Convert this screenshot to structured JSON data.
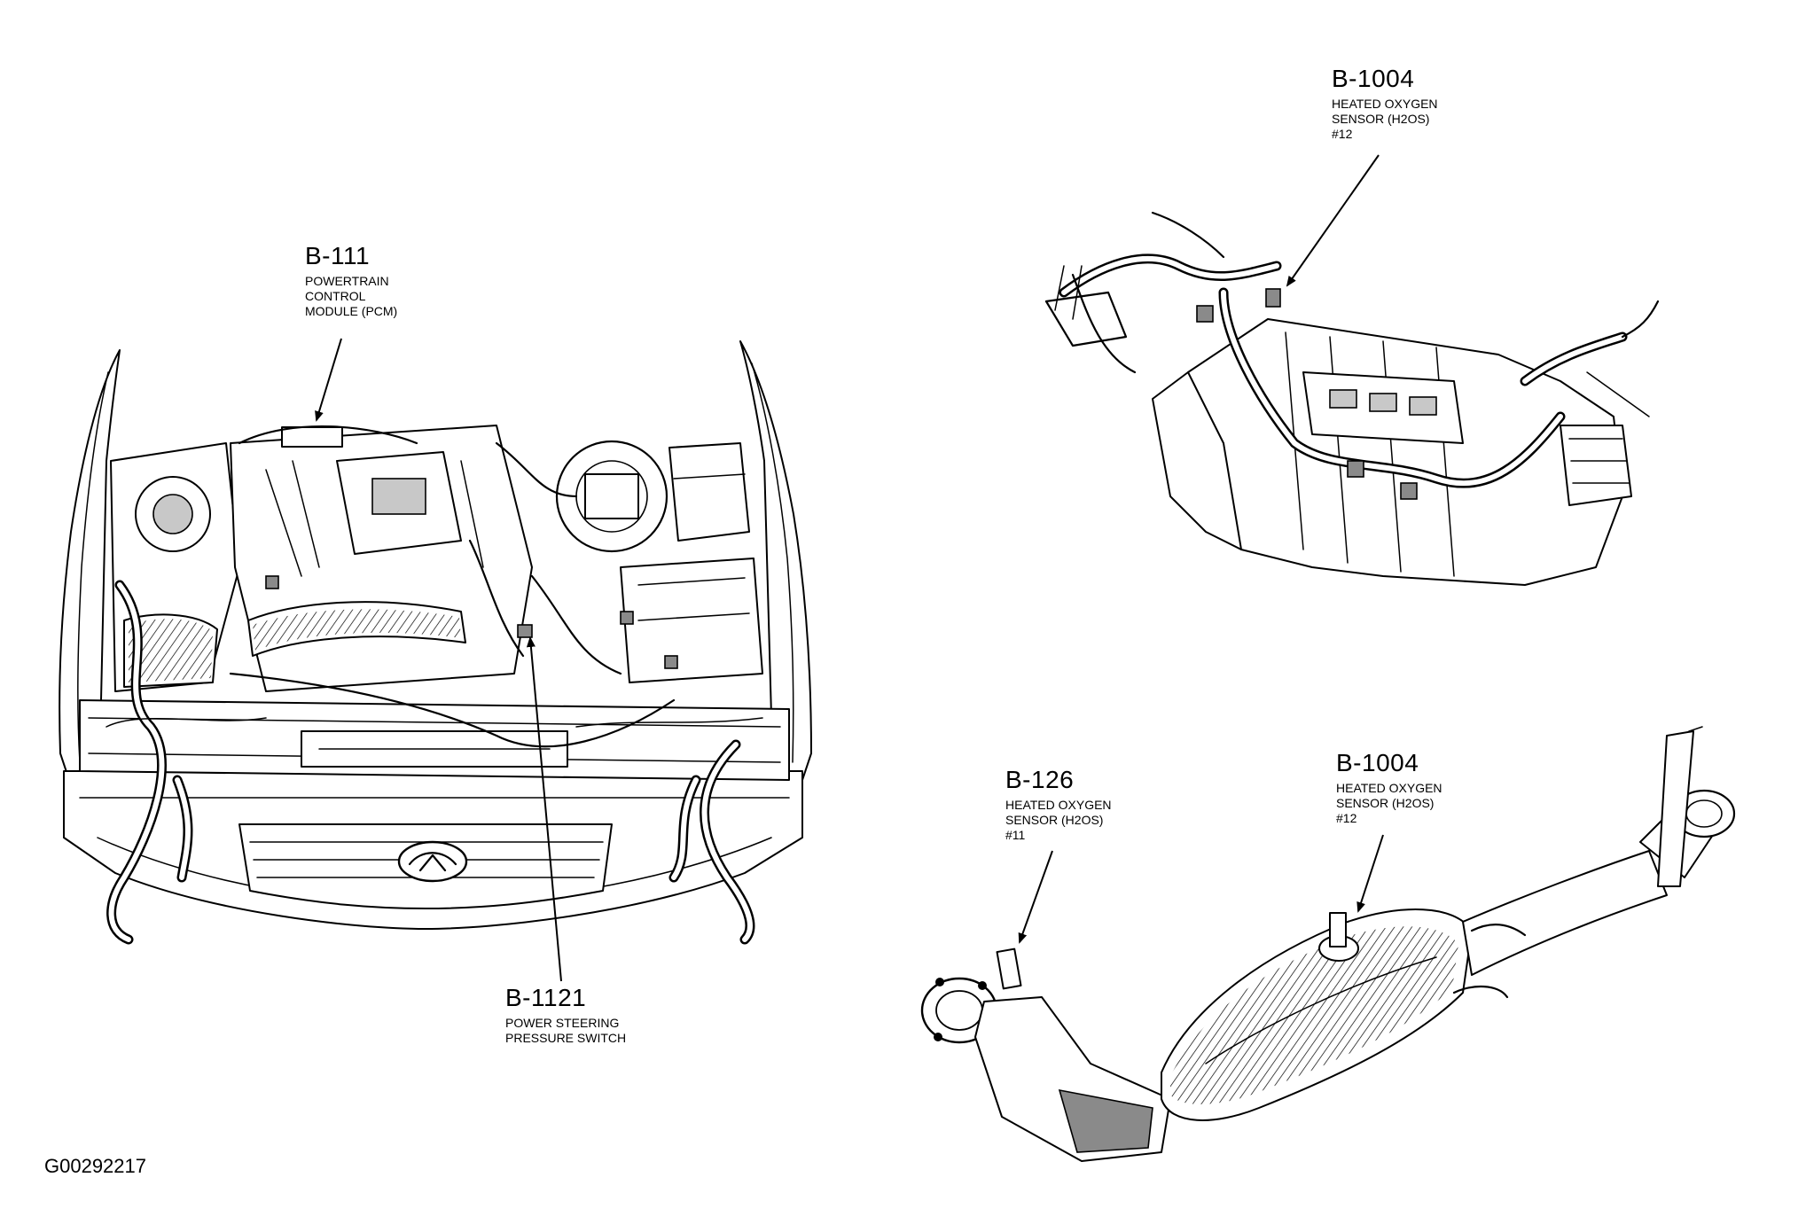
{
  "callouts": {
    "pcm": {
      "code": "B-111",
      "lines": [
        "POWERTRAIN",
        "CONTROL",
        "MODULE (PCM)"
      ]
    },
    "ho2s_top": {
      "code": "B-1004",
      "lines": [
        "HEATED OXYGEN",
        "SENSOR (H2OS)",
        "#12"
      ]
    },
    "ps_switch": {
      "code": "B-1121",
      "lines": [
        "POWER STEERING",
        "PRESSURE SWITCH"
      ]
    },
    "ho2s_11": {
      "code": "B-126",
      "lines": [
        "HEATED OXYGEN",
        "SENSOR (H2OS)",
        "#11"
      ]
    },
    "ho2s_12": {
      "code": "B-1004",
      "lines": [
        "HEATED OXYGEN",
        "SENSOR (H2OS)",
        "#12"
      ]
    }
  },
  "figure_id": "G00292217"
}
